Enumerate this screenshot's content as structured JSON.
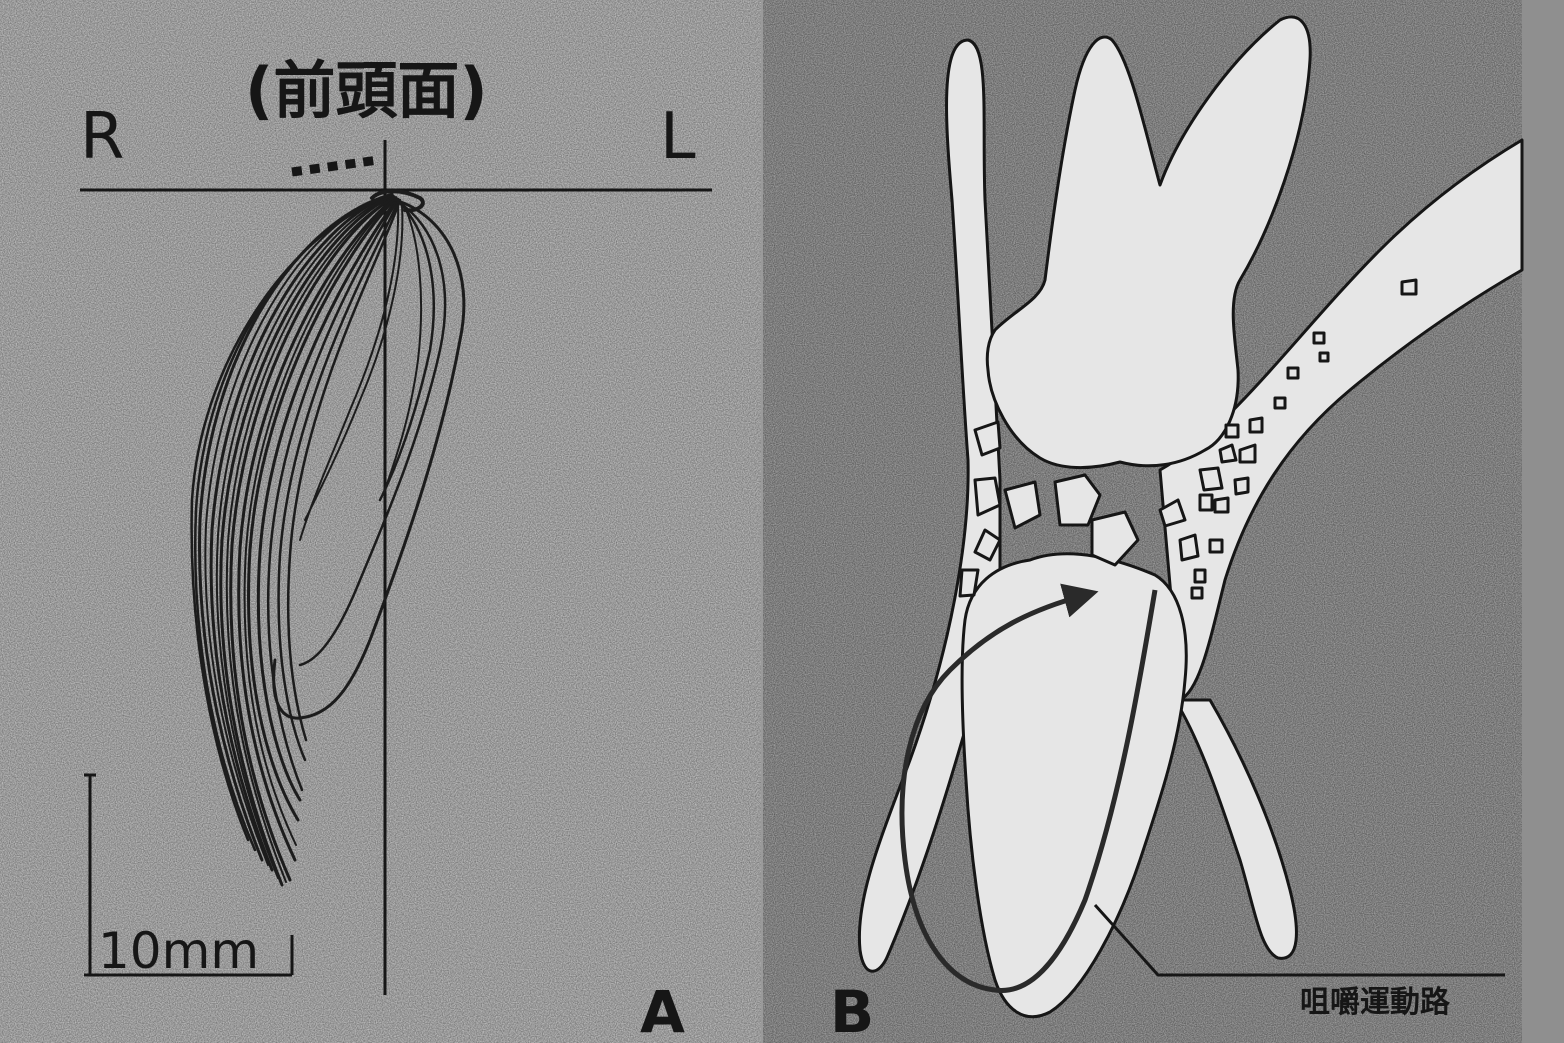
{
  "panel_a": {
    "heading": "(前頭面)",
    "right_label": "R",
    "left_label": "L",
    "scale_label": "10mm",
    "panel_letter": "A"
  },
  "panel_b": {
    "panel_letter": "B",
    "path_label": "咀嚼運動路"
  },
  "colors": {
    "panel_a_bg": "#d4d4d4",
    "panel_b_bg": "#b3b3b3",
    "ink": "#161616",
    "tooth_fill": "#e6e6e6"
  }
}
